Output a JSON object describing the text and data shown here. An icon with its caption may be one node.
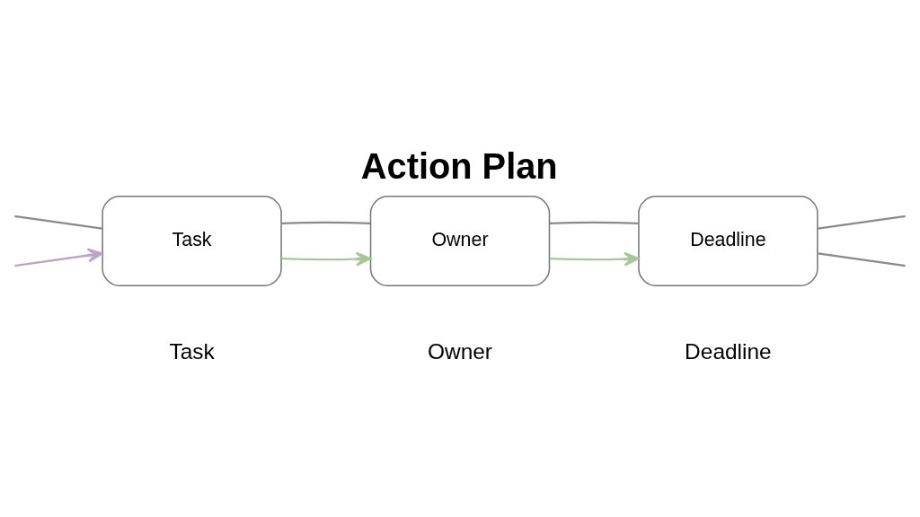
{
  "diagram": {
    "title": "Action Plan",
    "nodes": [
      {
        "text": [
          "Task"
        ],
        "beside": [
          "Task"
        ]
      },
      {
        "text": [
          "Owner"
        ],
        "beside": [
          "Owner"
        ]
      },
      {
        "text": [
          "Deadline"
        ],
        "beside": [
          "Deadline"
        ]
      }
    ],
    "edges": [
      {
        "from": null,
        "to": 0,
        "arrow": "none"
      },
      {
        "from": null,
        "to": 0,
        "arrow": "to",
        "color": "#b8a8c8"
      },
      {
        "from": 0,
        "to": 1,
        "arrow": "to",
        "color": "#a8c69a"
      },
      {
        "from": 0,
        "to": 1,
        "arrow": "none"
      },
      {
        "from": 1,
        "to": 2,
        "arrow": "to",
        "color": "#a8c69a"
      },
      {
        "from": 1,
        "to": 2,
        "arrow": "none"
      },
      {
        "from": 2,
        "to": null,
        "arrow": "none"
      },
      {
        "from": 2,
        "to": null,
        "arrow": "none"
      }
    ]
  }
}
